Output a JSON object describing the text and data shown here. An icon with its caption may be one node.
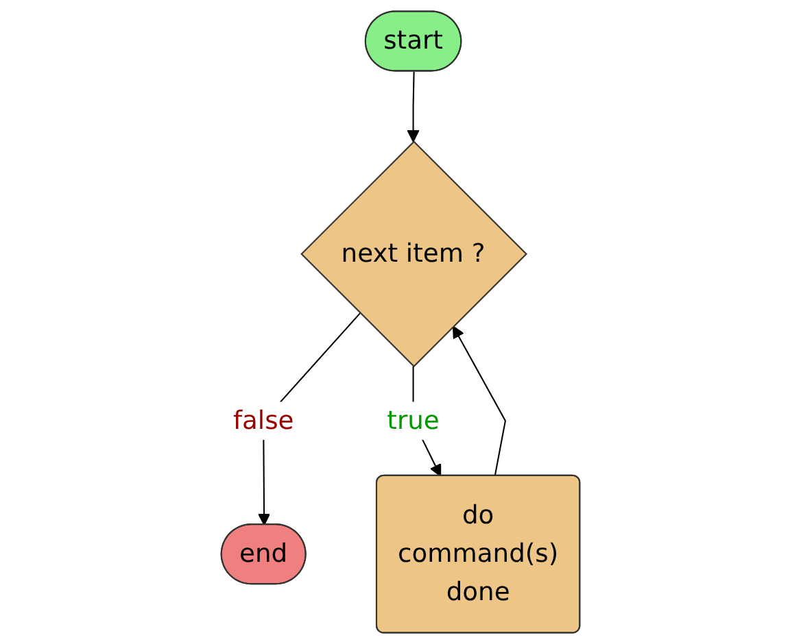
{
  "diagram": {
    "nodes": [
      {
        "text": [
          "start"
        ]
      },
      {
        "text": [
          "next item ?"
        ]
      },
      {
        "text": [
          "end"
        ]
      },
      {
        "text": [
          "do command(s) done"
        ]
      }
    ],
    "edges": [
      {
        "from": 0,
        "to": 1,
        "arrow": "to"
      },
      {
        "from": 1,
        "to": 2,
        "arrow": "to",
        "label": "false"
      },
      {
        "from": 1,
        "to": 3,
        "arrow": "to",
        "label": "true"
      },
      {
        "from": 3,
        "to": 1,
        "arrow": "to"
      }
    ]
  }
}
